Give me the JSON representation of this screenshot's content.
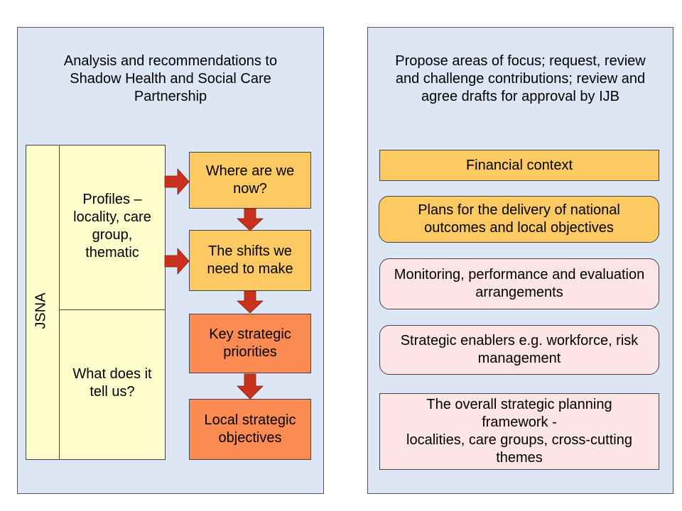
{
  "left_panel": {
    "title": "Analysis and recommendations to\nShadow Health and Social Care\nPartnership",
    "jsna_label": "JSNA",
    "profiles_text": "Profiles –\nlocality, care\ngroup,\nthematic",
    "tell_us_text": "What does it\ntell us?",
    "steps": [
      {
        "label": "Where are we\nnow?",
        "color": "#fdc963"
      },
      {
        "label": "The shifts we\nneed to make",
        "color": "#fdc963"
      },
      {
        "label": "Key strategic\npriorities",
        "color": "#fb8b53"
      },
      {
        "label": "Local strategic\nobjectives",
        "color": "#fb8b53"
      }
    ]
  },
  "right_panel": {
    "title": "Propose areas of focus; request, review\nand challenge contributions; review and\nagree drafts for approval by IJB",
    "items": [
      {
        "label": "Financial context",
        "color": "#fdc963"
      },
      {
        "label": "Plans for the delivery of national\noutcomes and local objectives",
        "color": "#fdc963"
      },
      {
        "label": "Monitoring, performance and evaluation\narrangements",
        "color": "#fde4e6"
      },
      {
        "label": "Strategic enablers e.g. workforce, risk\nmanagement",
        "color": "#fde4e6"
      },
      {
        "label": "The overall strategic planning\nframework -\nlocalities, care groups, cross-cutting\nthemes",
        "color": "#fde4e6"
      }
    ]
  },
  "arrow_color": "#c8321c"
}
